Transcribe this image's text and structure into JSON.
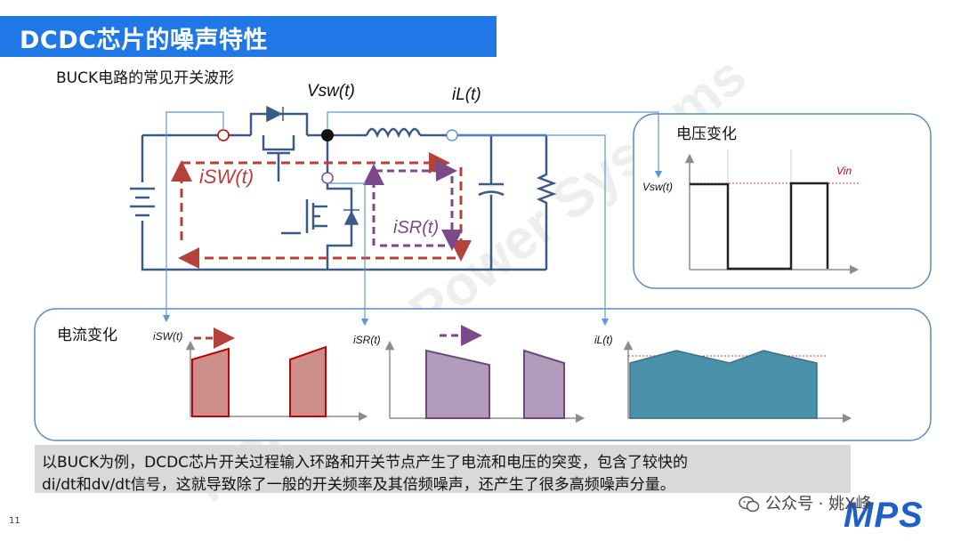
{
  "slide": {
    "title": "DCDC芯片的噪声特性",
    "subtitle": "BUCK电路的常见开关波形",
    "page_number": "11"
  },
  "circuit": {
    "vsw_label": "Vsw(t)",
    "il_label": "iL(t)",
    "isw_label": "iSW(t)",
    "isr_label": "iSR(t)"
  },
  "voltage_panel": {
    "title": "电压变化",
    "vin_label": "Vin",
    "vsw_label": "Vsw(t)"
  },
  "current_panel": {
    "title": "电流变化",
    "isw_label": "iSW(t)",
    "isr_label": "iSR(t)",
    "il_label": "iL(t)"
  },
  "caption": {
    "line1": "以BUCK为例，DCDC芯片开关过程输入环路和开关节点产生了电流和电压的突变，包含了较快的",
    "line2": "di/dt和dv/dt信号，这就导致除了一般的开关频率及其倍频噪声，还产生了很多高频噪声分量。"
  },
  "watermark": {
    "text": "MonolithicPower Systems"
  },
  "branding": {
    "wechat_text": "公众号 · 姚X峰",
    "logo_text": "MPS"
  },
  "colors": {
    "title_bar": "#1f78e6",
    "circuit_line": "#3b5b86",
    "isw_arrow": "#b5413d",
    "isr_arrow": "#7a4a8a",
    "isw_fill": "#cc8f8c",
    "isw_stroke": "#c00000",
    "isr_fill": "#b39bbb",
    "isr_stroke": "#6a4a78",
    "il_fill": "#4a90a8",
    "probe_line": "#5b9bd5",
    "logo": "#1f5fc8"
  }
}
